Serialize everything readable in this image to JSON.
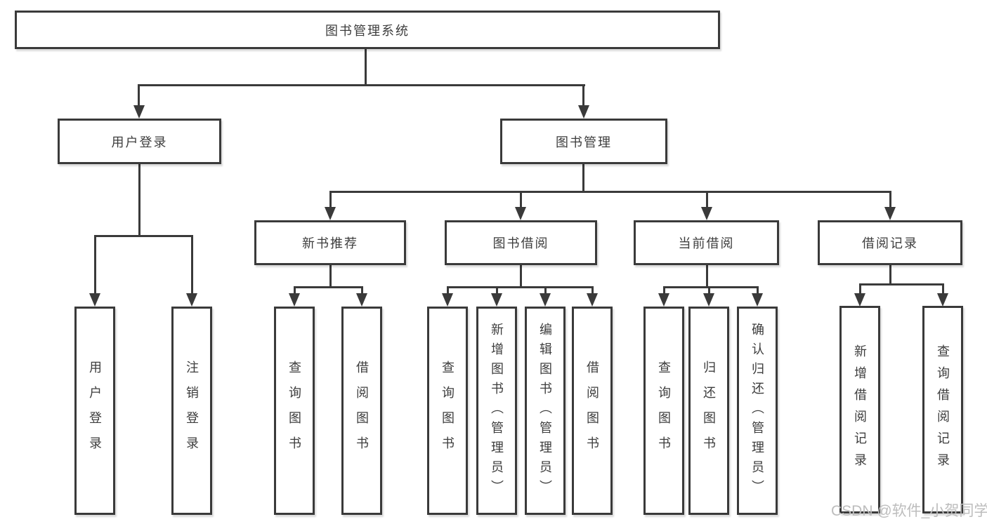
{
  "diagram": {
    "type": "hierarchy-tree",
    "root": {
      "label": "图书管理系统",
      "children": [
        {
          "label": "用户登录",
          "children": [
            {
              "label": "用户登录"
            },
            {
              "label": "注销登录"
            }
          ]
        },
        {
          "label": "图书管理",
          "children": [
            {
              "label": "新书推荐",
              "children": [
                {
                  "label": "查询图书"
                },
                {
                  "label": "借阅图书"
                }
              ]
            },
            {
              "label": "图书借阅",
              "children": [
                {
                  "label": "查询图书"
                },
                {
                  "label": "新增图书（管理员）"
                },
                {
                  "label": "编辑图书（管理员）"
                },
                {
                  "label": "借阅图书"
                }
              ]
            },
            {
              "label": "当前借阅",
              "children": [
                {
                  "label": "查询图书"
                },
                {
                  "label": "归还图书"
                },
                {
                  "label": "确认归还（管理员）"
                }
              ]
            },
            {
              "label": "借阅记录",
              "children": [
                {
                  "label": "新增借阅记录"
                },
                {
                  "label": "查询借阅记录"
                }
              ]
            }
          ]
        }
      ]
    }
  },
  "watermark": {
    "text": "CSDN @软件_小贺同学"
  },
  "colors": {
    "line": "#3a3a3a",
    "box_border": "#3a3a3a",
    "text": "#3d3d3d",
    "watermark": "#bdbdbd",
    "background": "#ffffff"
  }
}
